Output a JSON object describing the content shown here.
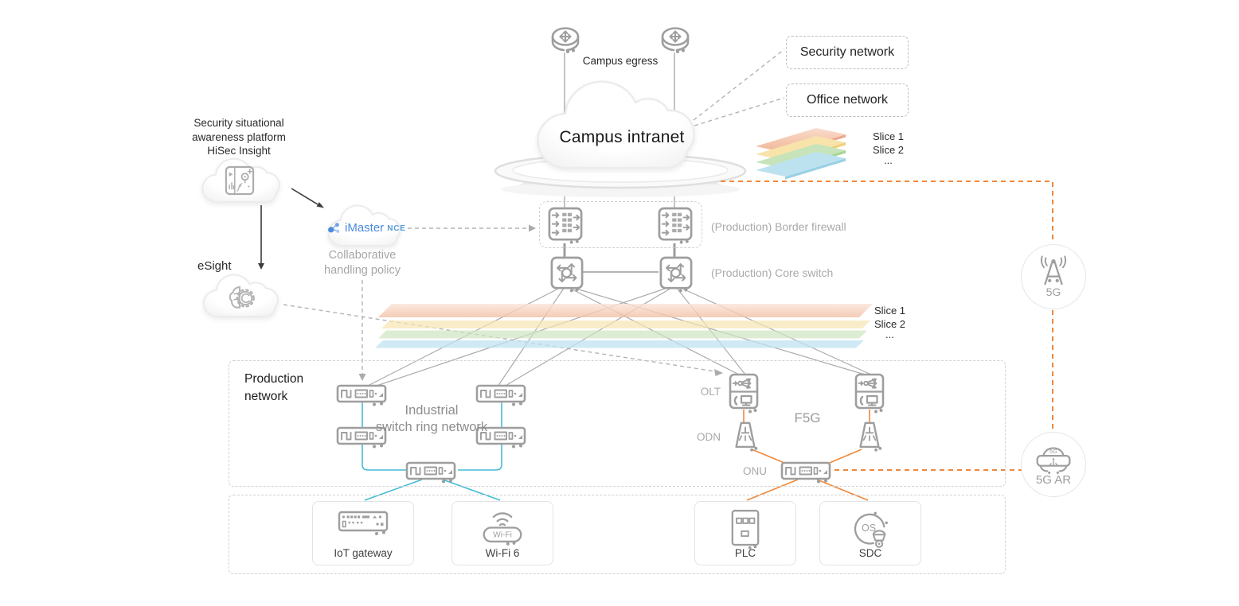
{
  "labels": {
    "campus_egress": "Campus egress",
    "campus_intranet": "Campus intranet",
    "security_network": "Security network",
    "office_network": "Office network",
    "border_firewall": "(Production) Border firewall",
    "core_switch": "(Production) Core switch",
    "production_network_line1": "Production",
    "production_network_line2": "network",
    "industrial_ring_line1": "Industrial",
    "industrial_ring_line2": "switch ring network",
    "olt": "OLT",
    "odn": "ODN",
    "onu": "ONU",
    "f5g": "F5G",
    "five_g": "5G",
    "five_g_ar": "5G AR",
    "esight": "eSight"
  },
  "hisec": {
    "line1": "Security situational",
    "line2": "awareness platform",
    "line3": "HiSec Insight"
  },
  "imaster": {
    "brand": "iMaster",
    "suffix": "NCE",
    "policy_line1": "Collaborative",
    "policy_line2": "handling policy"
  },
  "slices_top": [
    "Slice 1",
    "Slice 2",
    "..."
  ],
  "slices_mid": [
    "Slice 1",
    "Slice 2",
    "..."
  ],
  "devices": {
    "iot": "IoT gateway",
    "wifi": "Wi-Fi 6",
    "plc": "PLC",
    "sdc": "SDC"
  },
  "badges": {
    "wifi": "Wi-Fi",
    "os": "OS",
    "ar": "5G"
  },
  "colors": {
    "orange": "#F0883A",
    "cyan": "#44BCD6",
    "line_gray": "#ABABAB",
    "icon_gray": "#9E9E9E",
    "imaster_blue": "#4D8BE0",
    "slice_salmon": "#F5C5AE",
    "slice_yellow": "#F7E5B2",
    "slice_green": "#CDE6C1",
    "slice_blue": "#BFE3F0"
  }
}
